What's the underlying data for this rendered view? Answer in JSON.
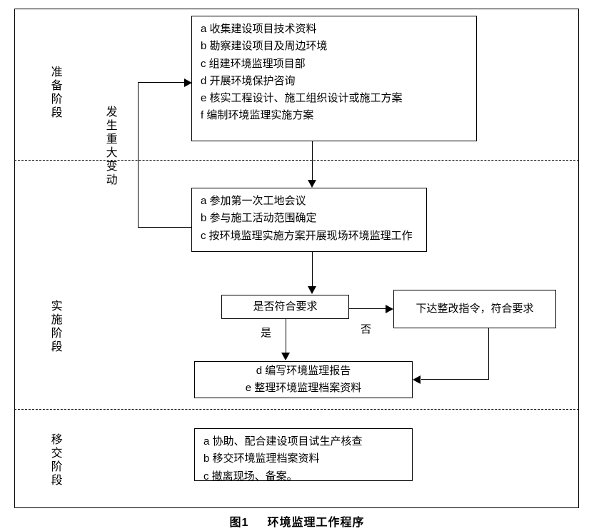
{
  "figure": {
    "number": "图1",
    "title": "环境监理工作程序"
  },
  "phases": [
    {
      "name": "preparation",
      "label": "准备阶段"
    },
    {
      "name": "implementation",
      "label": "实施阶段"
    },
    {
      "name": "handover",
      "label": "移交阶段"
    }
  ],
  "feedback_loop": {
    "label": "发生重大变动"
  },
  "boxes": {
    "preparation": {
      "lines": [
        "a 收集建设项目技术资料",
        "b 勘察建设项目及周边环境",
        "c 组建环境监理项目部",
        "d 开展环境保护咨询",
        "e 核实工程设计、施工组织设计或施工方案",
        "f 编制环境监理实施方案"
      ]
    },
    "implementation": {
      "lines": [
        "a 参加第一次工地会议",
        "b 参与施工活动范围确定",
        "c 按环境监理实施方案开展现场环境监理工作"
      ]
    },
    "decision": {
      "label": "是否符合要求"
    },
    "rectify": {
      "label": "下达整改指令，符合要求"
    },
    "report": {
      "lines": [
        "d 编写环境监理报告",
        "e 整理环境监理档案资料"
      ]
    },
    "handover": {
      "lines": [
        "a 协助、配合建设项目试生产核查",
        "b 移交环境监理档案资料",
        "c 撤离现场、备案。"
      ]
    }
  },
  "edge_labels": {
    "yes": "是",
    "no": "否"
  },
  "colors": {
    "stroke": "#000000",
    "background": "#ffffff"
  }
}
